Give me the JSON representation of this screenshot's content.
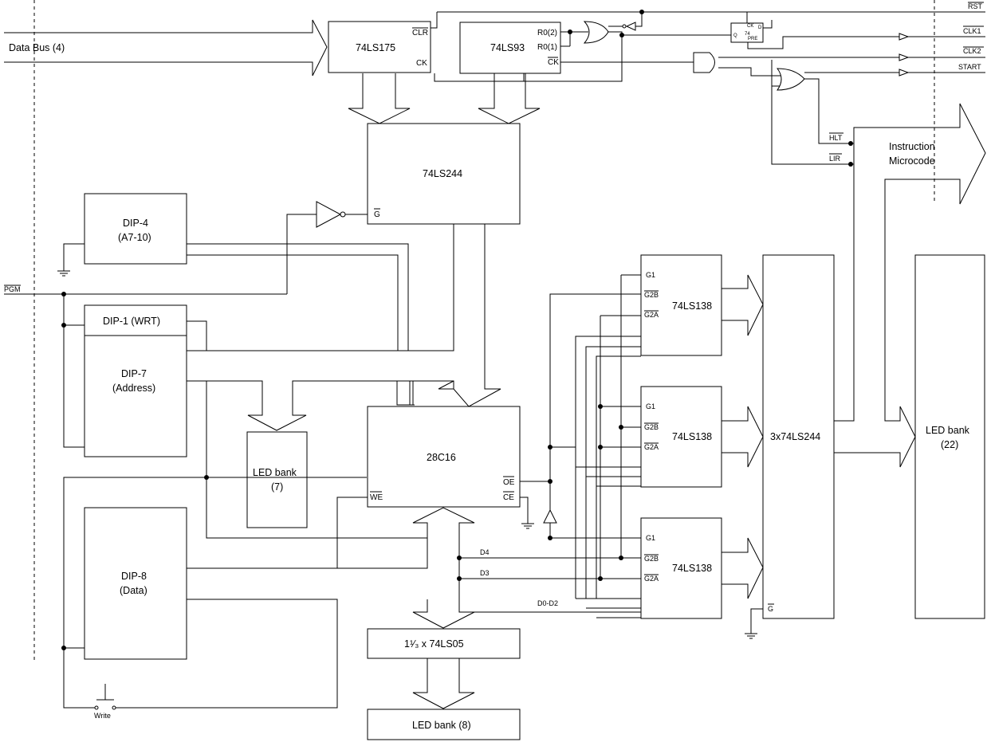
{
  "chips": {
    "c175": "74LS175",
    "c93": "74LS93",
    "c244": "74LS244",
    "c28c16": "28C16",
    "c138a": "74LS138",
    "c138b": "74LS138",
    "c138c": "74LS138",
    "c3x244": "3x74LS244",
    "c7405": "1¹⁄₃ x 74LS05"
  },
  "dips": {
    "dip4_line1": "DIP-4",
    "dip4_line2": "(A7-10)",
    "dip1": "DIP-1 (WRT)",
    "dip7_line1": "DIP-7",
    "dip7_line2": "(Address)",
    "dip8_line1": "DIP-8",
    "dip8_line2": "(Data)"
  },
  "leds": {
    "bank7_line1": "LED bank",
    "bank7_line2": "(7)",
    "bank22_line1": "LED bank",
    "bank22_line2": "(22)",
    "bank8": "LED bank (8)"
  },
  "buses": {
    "data_bus": "Data Bus (4)",
    "microcode_line1": "Instruction",
    "microcode_line2": "Microcode"
  },
  "signals": {
    "rst": "RST",
    "clk1": "CLK1",
    "clk2": "CLK2",
    "start": "START",
    "hlt": "HLT",
    "lir": "LIR",
    "pgm": "PGM",
    "write": "Write",
    "d4": "D4",
    "d3": "D3",
    "d0d2": "D0-D2"
  },
  "pins": {
    "clr": "CLR",
    "ck175": "CK",
    "r02": "R0(2)",
    "r01": "R0(1)",
    "ck93": "CK",
    "g244": "G",
    "oe": "OE",
    "ce": "CE",
    "we": "WE",
    "g1a": "G1",
    "g2ba": "G2B",
    "g2aa": "G2A",
    "g1b": "G1",
    "g2bb": "G2B",
    "g2ab": "G2A",
    "g1c": "G1",
    "g2bc": "G2B",
    "g2ac": "G2A",
    "g3x": "G",
    "ff_ck": "CK",
    "ff_d": "D",
    "ff_74": "74",
    "ff_q": "Q",
    "ff_pre": "PRE"
  }
}
